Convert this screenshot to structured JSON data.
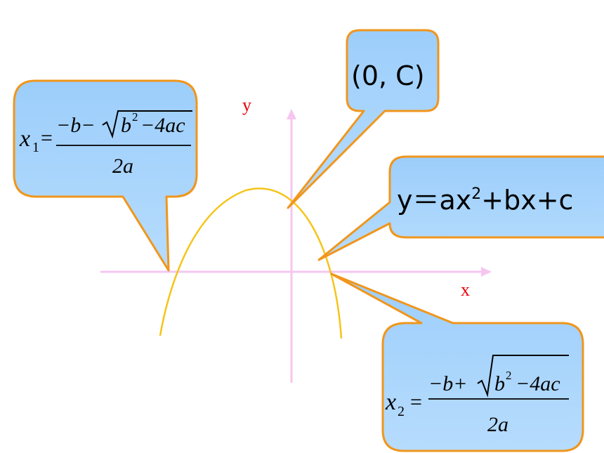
{
  "axes": {
    "x_label": "x",
    "y_label": "y"
  },
  "callouts": {
    "x1": {
      "var": "x",
      "sub": "1",
      "eq": "=",
      "num_lead": "−b−",
      "root_b": "b",
      "root_exp": "2",
      "root_rest": "−4ac",
      "den": "2a"
    },
    "vertex": {
      "text": "(0, C)"
    },
    "function": {
      "text_pre": "y＝ax",
      "text_exp": "2",
      "text_post": "+bx+c"
    },
    "x2": {
      "var": "x",
      "sub": "2",
      "eq": "=",
      "num_lead": "−b+",
      "root_b": "b",
      "root_exp": "2",
      "root_rest": "−4ac",
      "den": "2a"
    }
  },
  "colors": {
    "callout_fill": "#a8d4fc",
    "callout_stroke": "#f0961c",
    "axis": "#f5c6f0",
    "curve": "#f5c518",
    "label_red": "#e8000a"
  }
}
